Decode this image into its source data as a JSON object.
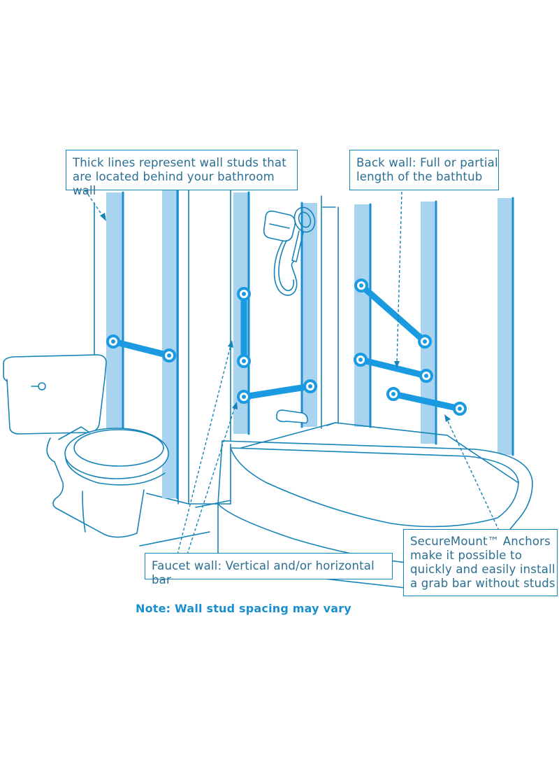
{
  "callouts": {
    "studs": {
      "line1": "Thick lines represent wall studs that",
      "line2": "are located behind your bathroom wall"
    },
    "back_wall": {
      "line1": "Back wall: Full or partial",
      "line2": "length of the bathtub"
    },
    "faucet_wall": {
      "line1": "Faucet wall: Vertical and/or horizontal bar"
    },
    "anchors": {
      "line1": "SecureMount™ Anchors",
      "line2": "make it possible to",
      "line3": "quickly and easily install",
      "line4": "a grab bar without studs"
    }
  },
  "note": "Note: Wall stud spacing may vary",
  "colors": {
    "outline": "#1683b8",
    "stud_fill": "#a8d4ef",
    "stud_edge": "#1a8fcf",
    "grab_bar": "#1a9ae0",
    "text": "#2a6f93",
    "note_text": "#1a8fcf"
  },
  "icons": {
    "shower_head": "handheld-shower-icon",
    "toilet": "toilet-icon",
    "bathtub": "bathtub-icon"
  }
}
